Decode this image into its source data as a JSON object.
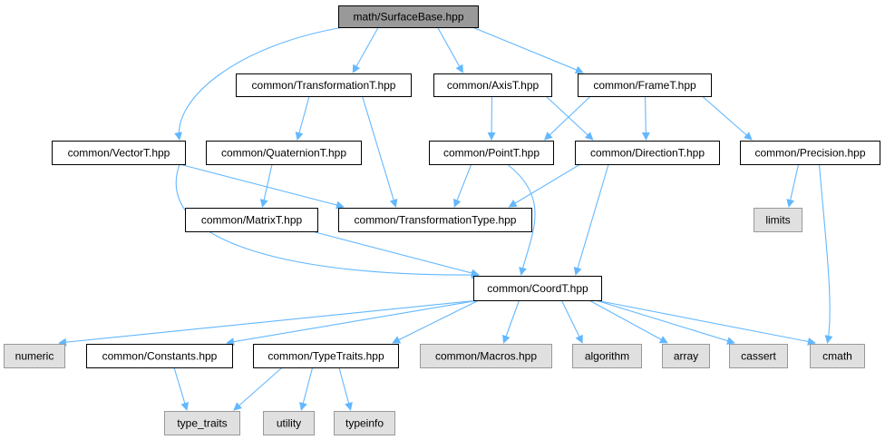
{
  "colors": {
    "edge": "#63b8ff",
    "root_fill": "#999999",
    "project_fill": "#ffffff",
    "external_fill": "#e0e0e0",
    "project_border": "#000000",
    "external_border": "#999999",
    "text": "#000000"
  },
  "nodes": [
    {
      "id": "surfacebase",
      "label": "math/SurfaceBase.hpp",
      "kind": "root"
    },
    {
      "id": "transformationt",
      "label": "common/TransformationT.hpp",
      "kind": "project"
    },
    {
      "id": "axist",
      "label": "common/AxisT.hpp",
      "kind": "project"
    },
    {
      "id": "framet",
      "label": "common/FrameT.hpp",
      "kind": "project"
    },
    {
      "id": "vectort",
      "label": "common/VectorT.hpp",
      "kind": "project"
    },
    {
      "id": "quaterniont",
      "label": "common/QuaternionT.hpp",
      "kind": "project"
    },
    {
      "id": "pointt",
      "label": "common/PointT.hpp",
      "kind": "project"
    },
    {
      "id": "directiont",
      "label": "common/DirectionT.hpp",
      "kind": "project"
    },
    {
      "id": "precision",
      "label": "common/Precision.hpp",
      "kind": "project"
    },
    {
      "id": "matrixt",
      "label": "common/MatrixT.hpp",
      "kind": "project"
    },
    {
      "id": "transformationtype",
      "label": "common/TransformationType.hpp",
      "kind": "project"
    },
    {
      "id": "limits",
      "label": "limits",
      "kind": "external"
    },
    {
      "id": "coordt",
      "label": "common/CoordT.hpp",
      "kind": "project"
    },
    {
      "id": "numeric",
      "label": "numeric",
      "kind": "external"
    },
    {
      "id": "constants",
      "label": "common/Constants.hpp",
      "kind": "project"
    },
    {
      "id": "typetraits",
      "label": "common/TypeTraits.hpp",
      "kind": "project"
    },
    {
      "id": "macros",
      "label": "common/Macros.hpp",
      "kind": "external"
    },
    {
      "id": "algorithm",
      "label": "algorithm",
      "kind": "external"
    },
    {
      "id": "array",
      "label": "array",
      "kind": "external"
    },
    {
      "id": "cassert",
      "label": "cassert",
      "kind": "external"
    },
    {
      "id": "cmath",
      "label": "cmath",
      "kind": "external"
    },
    {
      "id": "type_traits",
      "label": "type_traits",
      "kind": "external"
    },
    {
      "id": "utility",
      "label": "utility",
      "kind": "external"
    },
    {
      "id": "typeinfo",
      "label": "typeinfo",
      "kind": "external"
    }
  ],
  "edges": [
    [
      "surfacebase",
      "vectort"
    ],
    [
      "surfacebase",
      "transformationt"
    ],
    [
      "surfacebase",
      "axist"
    ],
    [
      "surfacebase",
      "framet"
    ],
    [
      "transformationt",
      "quaterniont"
    ],
    [
      "transformationt",
      "transformationtype"
    ],
    [
      "axist",
      "pointt"
    ],
    [
      "axist",
      "directiont"
    ],
    [
      "framet",
      "pointt"
    ],
    [
      "framet",
      "directiont"
    ],
    [
      "framet",
      "precision"
    ],
    [
      "vectort",
      "transformationtype"
    ],
    [
      "vectort",
      "coordt"
    ],
    [
      "quaterniont",
      "matrixt"
    ],
    [
      "pointt",
      "transformationtype"
    ],
    [
      "pointt",
      "coordt"
    ],
    [
      "directiont",
      "transformationtype"
    ],
    [
      "directiont",
      "coordt"
    ],
    [
      "precision",
      "limits"
    ],
    [
      "precision",
      "cmath"
    ],
    [
      "matrixt",
      "coordt"
    ],
    [
      "coordt",
      "numeric"
    ],
    [
      "coordt",
      "constants"
    ],
    [
      "coordt",
      "typetraits"
    ],
    [
      "coordt",
      "macros"
    ],
    [
      "coordt",
      "algorithm"
    ],
    [
      "coordt",
      "array"
    ],
    [
      "coordt",
      "cassert"
    ],
    [
      "coordt",
      "cmath"
    ],
    [
      "constants",
      "type_traits"
    ],
    [
      "typetraits",
      "type_traits"
    ],
    [
      "typetraits",
      "utility"
    ],
    [
      "typetraits",
      "typeinfo"
    ]
  ]
}
